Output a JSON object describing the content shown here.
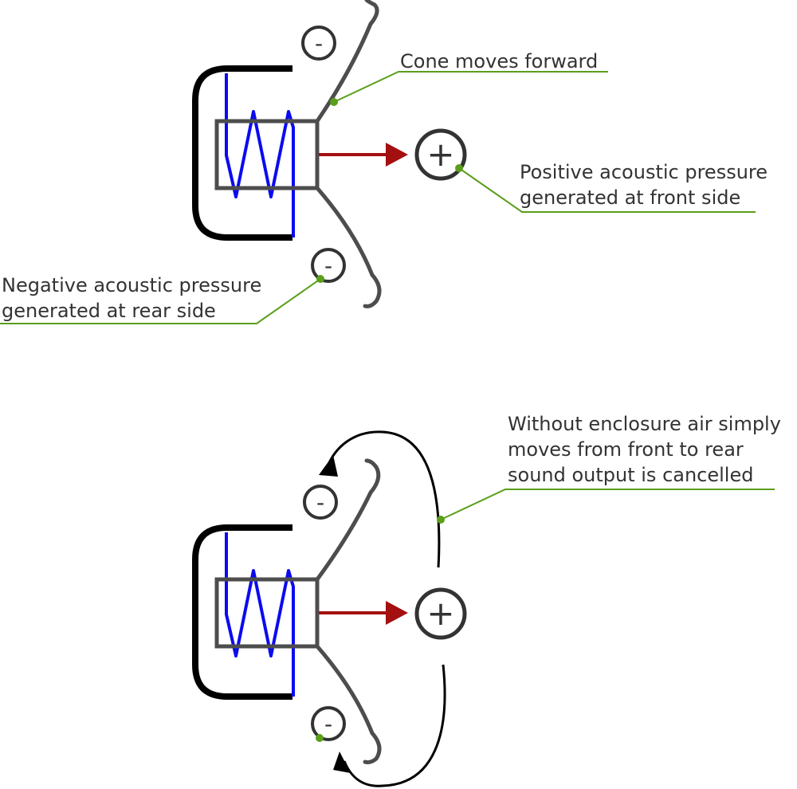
{
  "colors": {
    "ink": "#333333",
    "magnet": "#000000",
    "coil": "#0b0bf0",
    "arrow": "#a40f0f",
    "callout": "#5a9e1a"
  },
  "top_diagram": {
    "front_symbol": "+",
    "rear_symbol_upper": "-",
    "rear_symbol_lower": "-",
    "labels": {
      "cone": "Cone moves forward",
      "positive_line1": "Positive acoustic pressure",
      "positive_line2": "generated at front side",
      "negative_line1": "Negative acoustic pressure",
      "negative_line2": "generated at rear side"
    }
  },
  "bottom_diagram": {
    "front_symbol": "+",
    "rear_symbol_upper": "-",
    "rear_symbol_lower": "-",
    "labels": {
      "line1": "Without enclosure air simply",
      "line2": "moves from front to rear",
      "line3": "sound output is cancelled"
    }
  }
}
